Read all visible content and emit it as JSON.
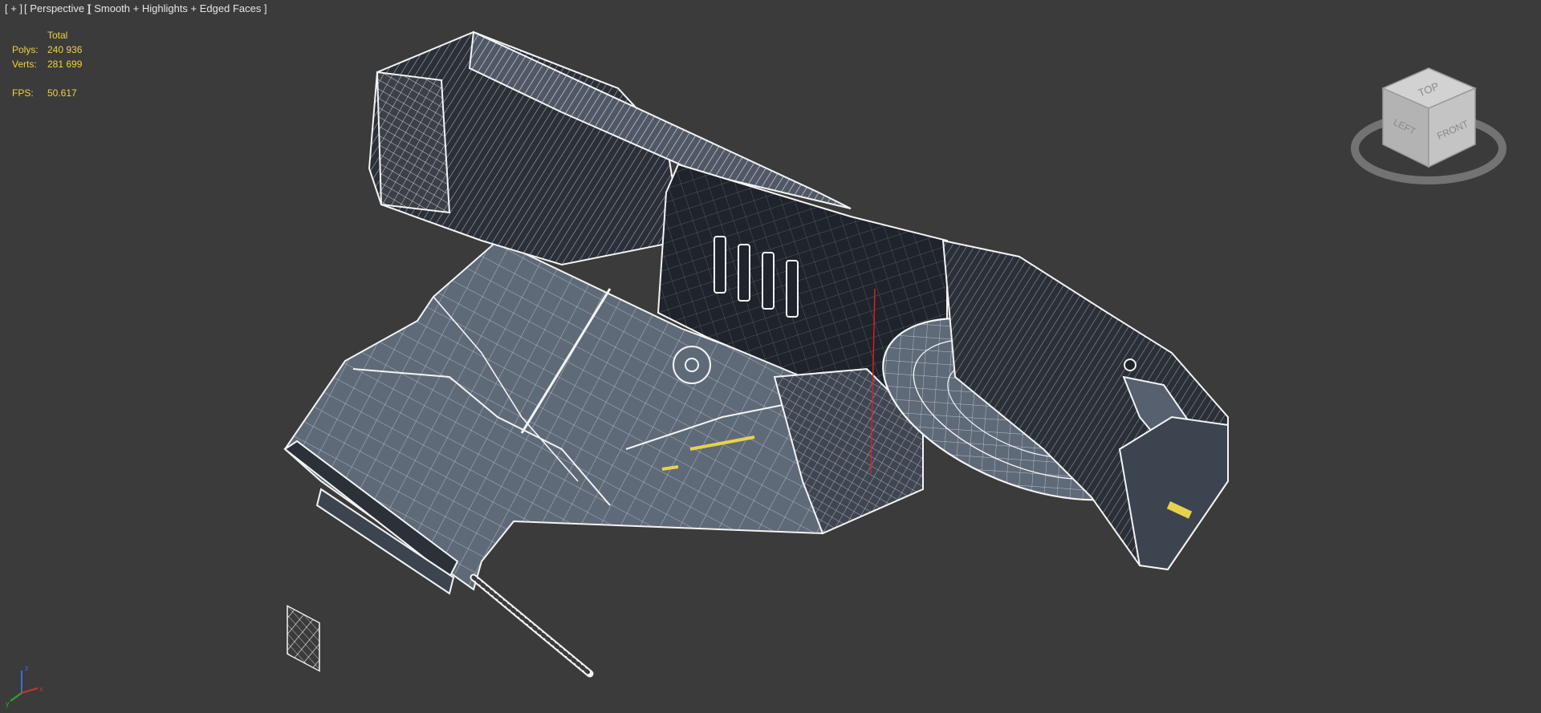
{
  "viewport": {
    "menu_plus": "[ + ]",
    "menu_view": "[ Perspective ]",
    "menu_shading": "[ Smooth + Highlights + Edged Faces ]"
  },
  "stats": {
    "header": "Total",
    "polys_label": "Polys:",
    "polys_value": "240 936",
    "verts_label": "Verts:",
    "verts_value": "281 699",
    "fps_label": "FPS:",
    "fps_value": "50.617"
  },
  "viewcube": {
    "top": "TOP",
    "left": "LEFT",
    "front": "FRONT"
  },
  "axis": {
    "x": "x",
    "y": "y",
    "z": "z"
  },
  "colors": {
    "background": "#3b3b3b",
    "wire": "#f2f2f2",
    "surface": "#5d6877",
    "stats_text": "#f0d23c"
  }
}
